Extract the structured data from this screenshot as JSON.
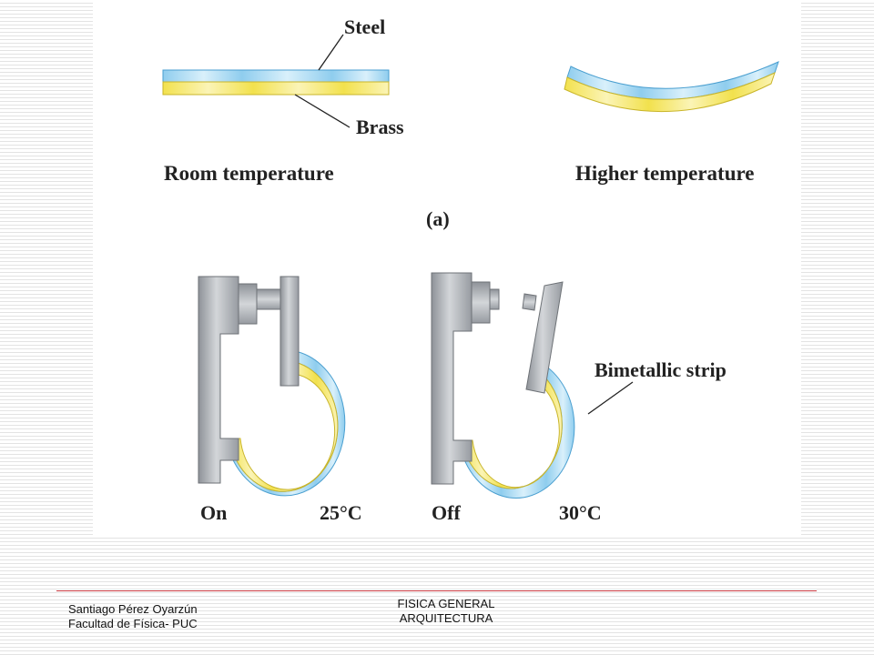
{
  "figure": {
    "labels": {
      "steel": "Steel",
      "brass": "Brass",
      "room_temperature": "Room temperature",
      "higher_temperature": "Higher temperature",
      "part_a": "(a)",
      "bimetallic_strip": "Bimetallic strip",
      "on": "On",
      "off": "Off",
      "temp_on": "25°C",
      "temp_off": "30°C"
    },
    "colors": {
      "steel": "#8fcdee",
      "brass": "#f2e14d",
      "metal": "#a7abb0",
      "accent_rule": "#c8383f"
    }
  },
  "footer": {
    "author": "Santiago Pérez Oyarzún",
    "faculty": "Facultad de Física- PUC",
    "course_line1": "FISICA GENERAL",
    "course_line2": "ARQUITECTURA"
  }
}
